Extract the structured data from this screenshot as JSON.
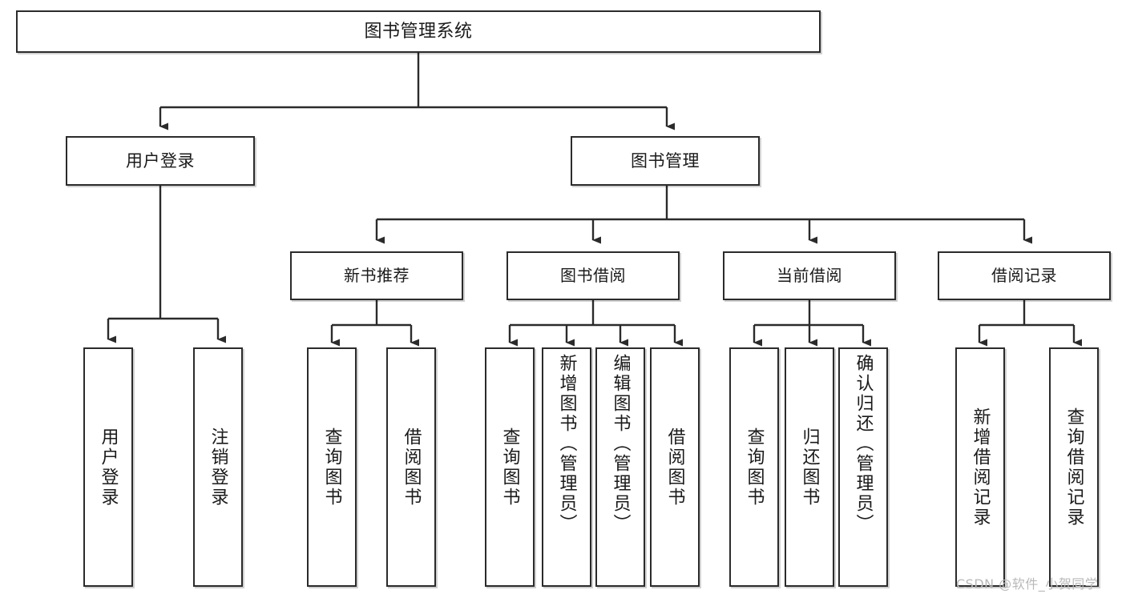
{
  "diagram": {
    "title": "图书管理系统",
    "type": "功能结构图",
    "root": {
      "label": "图书管理系统"
    },
    "level2": [
      {
        "id": "login",
        "label": "用户登录"
      },
      {
        "id": "bookmgr",
        "label": "图书管理"
      }
    ],
    "level3": [
      {
        "id": "newbook",
        "label": "新书推荐",
        "parent": "bookmgr"
      },
      {
        "id": "borrow",
        "label": "图书借阅",
        "parent": "bookmgr"
      },
      {
        "id": "current",
        "label": "当前借阅",
        "parent": "bookmgr"
      },
      {
        "id": "record",
        "label": "借阅记录",
        "parent": "bookmgr"
      }
    ],
    "leaves": [
      {
        "id": "l1",
        "label": "用户登录",
        "parent": "login"
      },
      {
        "id": "l2",
        "label": "注销登录",
        "parent": "login"
      },
      {
        "id": "l3",
        "label": "查询图书",
        "parent": "newbook"
      },
      {
        "id": "l4",
        "label": "借阅图书",
        "parent": "newbook"
      },
      {
        "id": "l5",
        "label": "查询图书",
        "parent": "borrow"
      },
      {
        "id": "l6",
        "label": "新增图书（管理员）",
        "parent": "borrow"
      },
      {
        "id": "l7",
        "label": "编辑图书（管理员）",
        "parent": "borrow"
      },
      {
        "id": "l8",
        "label": "借阅图书",
        "parent": "borrow"
      },
      {
        "id": "l9",
        "label": "查询图书",
        "parent": "current"
      },
      {
        "id": "l10",
        "label": "归还图书",
        "parent": "current"
      },
      {
        "id": "l11",
        "label": "确认归还（管理员）",
        "parent": "current"
      },
      {
        "id": "l12",
        "label": "新增借阅记录",
        "parent": "record"
      },
      {
        "id": "l13",
        "label": "查询借阅记录",
        "parent": "record"
      }
    ],
    "watermark": "CSDN @软件_小贺同学",
    "colors": {
      "border": "#2b2b2b",
      "background": "#ffffff",
      "text": "#1a1a1a",
      "watermark": "#b9b9b9"
    }
  }
}
